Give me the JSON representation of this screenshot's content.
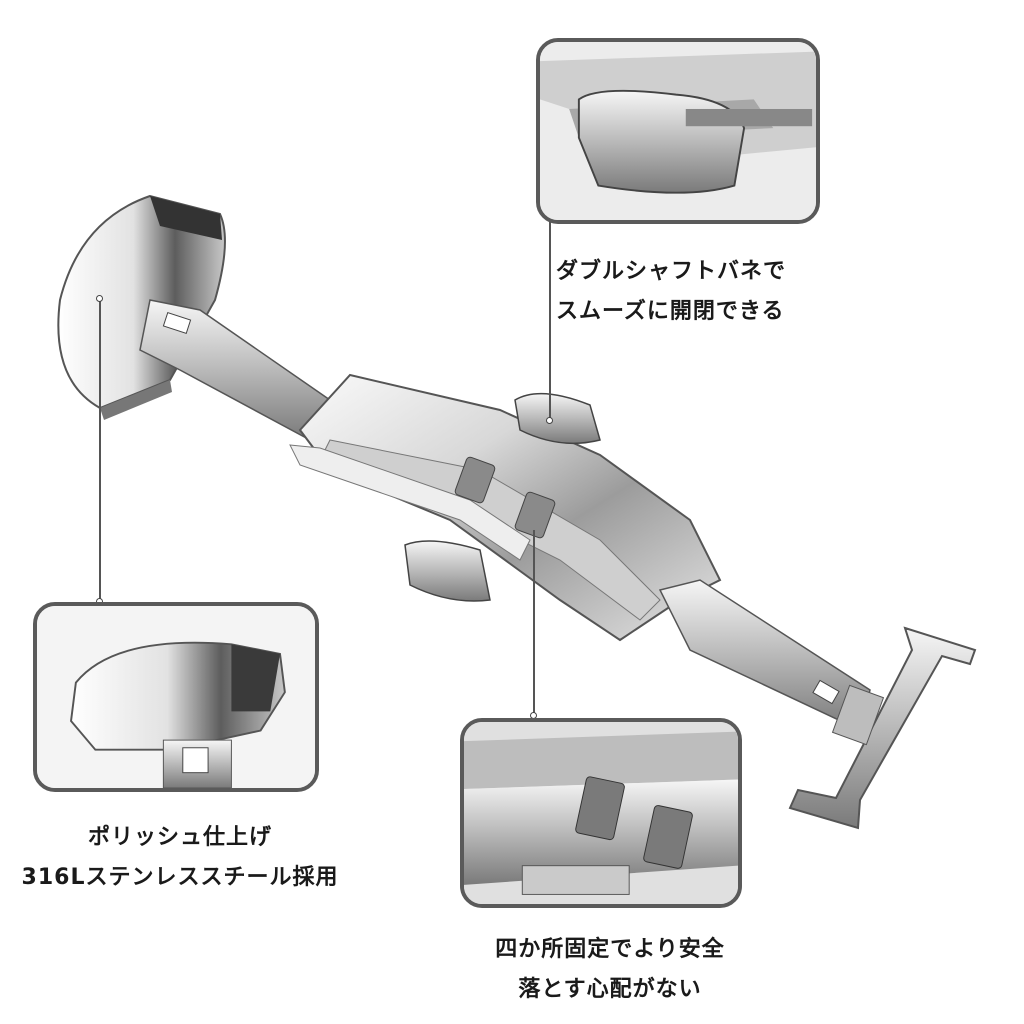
{
  "callouts": [
    {
      "id": "double-shaft-spring",
      "caption_lines": [
        "ダブルシャフトバネで",
        "スムーズに開閉できる"
      ]
    },
    {
      "id": "polished-finish",
      "caption_lines": [
        "ポリッシュ仕上げ",
        "316Lステンレススチール採用"
      ]
    },
    {
      "id": "four-point-fix",
      "caption_lines": [
        "四か所固定でより安全",
        "落とす心配がない"
      ]
    }
  ],
  "colors": {
    "frame": "#5a5a5a",
    "metal_light": "#f4f4f4",
    "metal_mid": "#bdbdbd",
    "metal_dark": "#6e6e6e",
    "text": "#1a1a1a"
  }
}
